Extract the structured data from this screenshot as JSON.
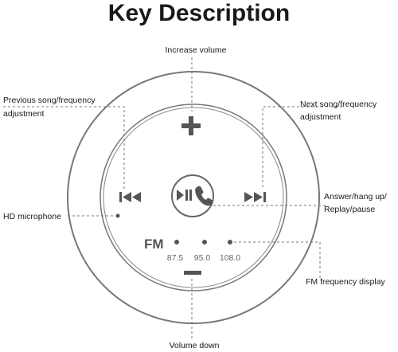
{
  "title": "Key Description",
  "labels": {
    "increase_volume": "Increase volume",
    "previous_song_line1": "Previous song/frequency",
    "previous_song_line2": "adjustment",
    "next_song_line1": "Next song/frequency",
    "next_song_line2": "adjustment",
    "answer_line1": "Answer/hang up/",
    "answer_line2": "Replay/pause",
    "hd_microphone": "HD microphone",
    "fm_display": "FM frequency display",
    "volume_down": "Volume down"
  },
  "fm": {
    "label": "FM",
    "frequencies": [
      "87.5",
      "95.0",
      "108.0"
    ]
  },
  "colors": {
    "device_stroke": "#777777",
    "glyph": "#555555",
    "text": "#1a1a1a"
  }
}
